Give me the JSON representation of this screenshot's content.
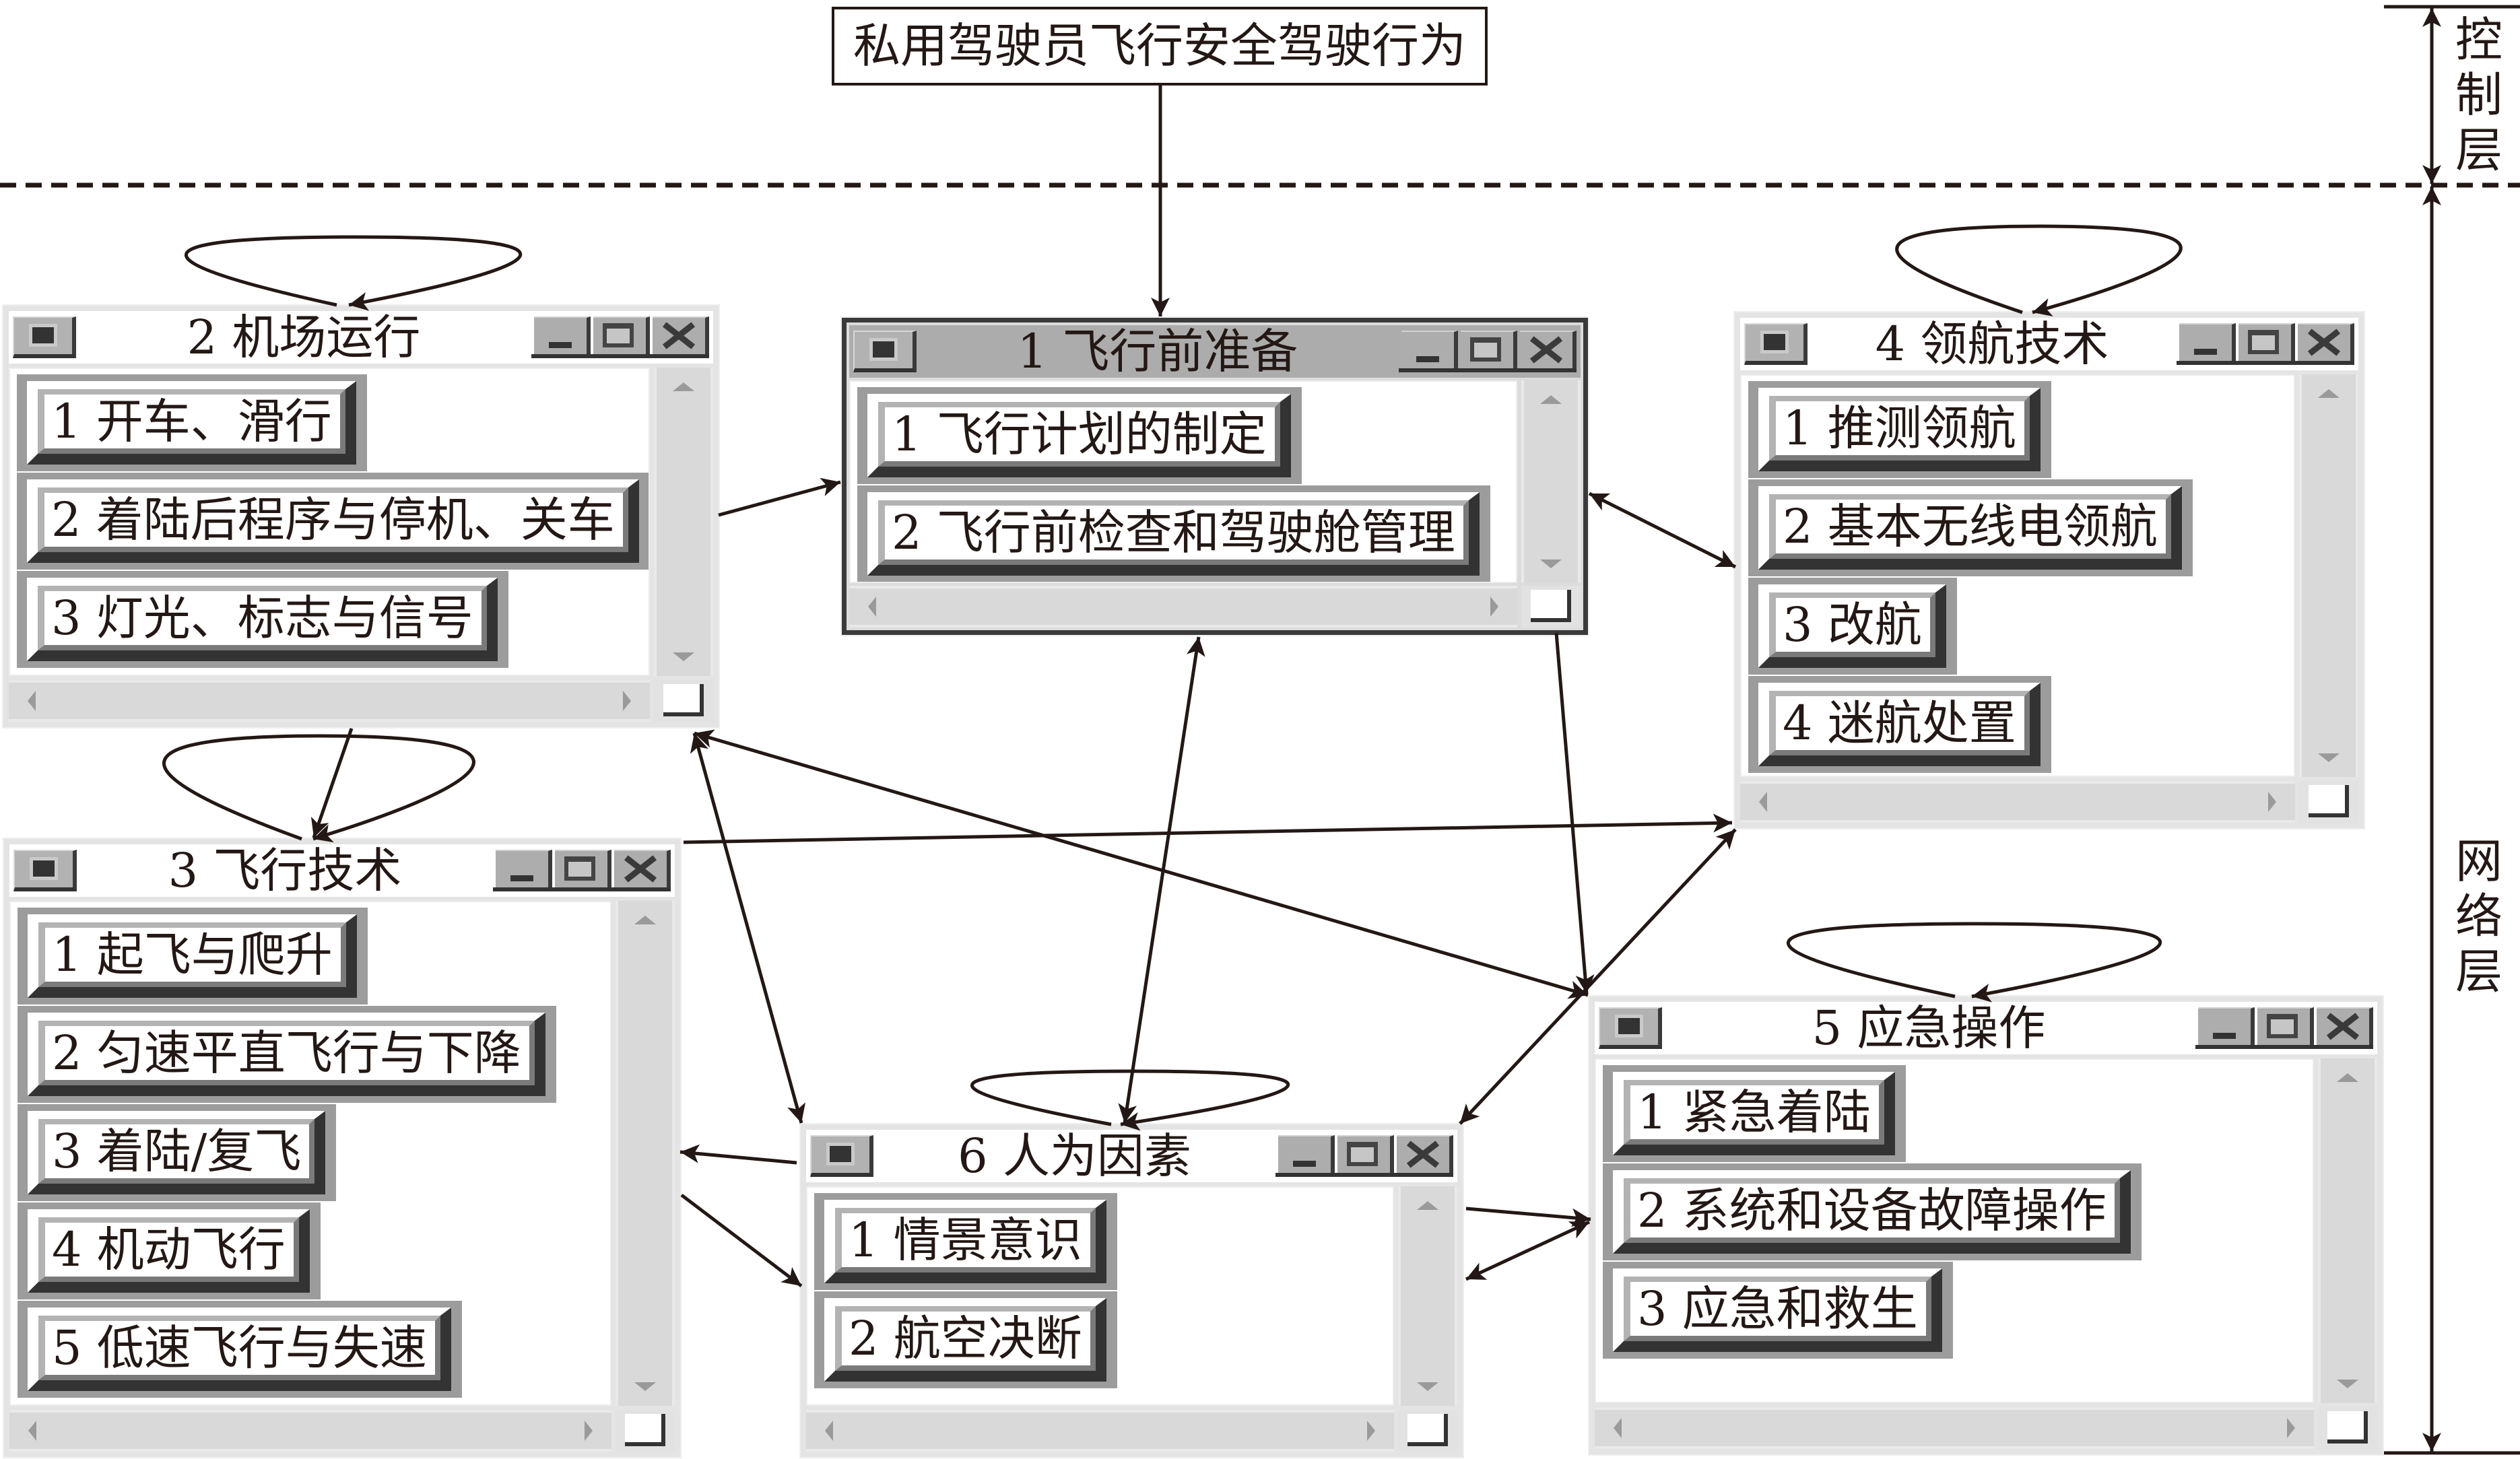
{
  "control_layer": {
    "box_text": "私用驾驶员飞行安全驾驶行为",
    "label": "控制层"
  },
  "network_layer": {
    "label": "网络层"
  },
  "windows": [
    {
      "id": "1",
      "title": "1 飞行前准备",
      "active": true,
      "items": [
        "1 飞行计划的制定",
        "2 飞行前检查和驾驶舱管理"
      ]
    },
    {
      "id": "2",
      "title": "2 机场运行",
      "active": false,
      "items": [
        "1 开车、滑行",
        "2 着陆后程序与停机、关车",
        "3 灯光、标志与信号"
      ]
    },
    {
      "id": "3",
      "title": "3 飞行技术",
      "active": false,
      "items": [
        "1 起飞与爬升",
        "2 匀速平直飞行与下降",
        "3 着陆/复飞",
        "4 机动飞行",
        "5 低速飞行与失速"
      ]
    },
    {
      "id": "4",
      "title": "4 领航技术",
      "active": false,
      "items": [
        "1 推测领航",
        "2 基本无线电领航",
        "3 改航",
        "4 迷航处置"
      ]
    },
    {
      "id": "5",
      "title": "5 应急操作",
      "active": false,
      "items": [
        "1 紧急着陆",
        "2 系统和设备故障操作",
        "3 应急和救生"
      ]
    },
    {
      "id": "6",
      "title": "6 人为因素",
      "active": false,
      "items": [
        "1 情景意识",
        "2 航空决断"
      ]
    }
  ],
  "edges": [
    {
      "from": "control",
      "to": "1",
      "bidirectional": false
    },
    {
      "from": "2",
      "to": "1",
      "bidirectional": false
    },
    {
      "from": "1",
      "to": "4",
      "bidirectional": true
    },
    {
      "from": "2",
      "to": "3",
      "bidirectional": false
    },
    {
      "from": "2",
      "to": "6",
      "bidirectional": true
    },
    {
      "from": "2",
      "to": "5",
      "bidirectional": true
    },
    {
      "from": "1",
      "to": "6",
      "bidirectional": true
    },
    {
      "from": "1",
      "to": "5",
      "bidirectional": false
    },
    {
      "from": "3",
      "to": "4",
      "bidirectional": false
    },
    {
      "from": "4",
      "to": "6",
      "bidirectional": true
    },
    {
      "from": "6",
      "to": "3",
      "bidirectional": false
    },
    {
      "from": "3",
      "to": "6",
      "bidirectional": false
    },
    {
      "from": "6",
      "to": "5",
      "bidirectional": false
    },
    {
      "from": "5",
      "to": "6",
      "bidirectional": true
    }
  ],
  "self_loops": [
    "2",
    "3",
    "4",
    "5",
    "6"
  ],
  "colors": {
    "line": "#231815",
    "active_titlebar": "#acacac",
    "item_backing": "#9c9c9c",
    "window_frame": "#e4e4e4"
  }
}
